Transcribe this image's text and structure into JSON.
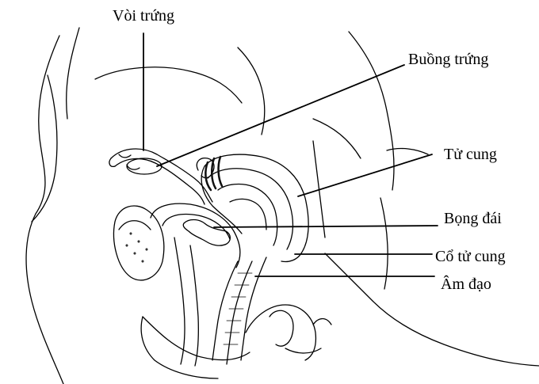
{
  "labels": {
    "fallopian_tube": "Vòi trứng",
    "ovary": "Buồng trứng",
    "uterus": "Tử cung",
    "bladder": "Bọng đái",
    "cervix": "Cổ tử cung",
    "vagina": "Âm đạo"
  },
  "colors": {
    "ink": "#000000",
    "background": "#ffffff"
  }
}
